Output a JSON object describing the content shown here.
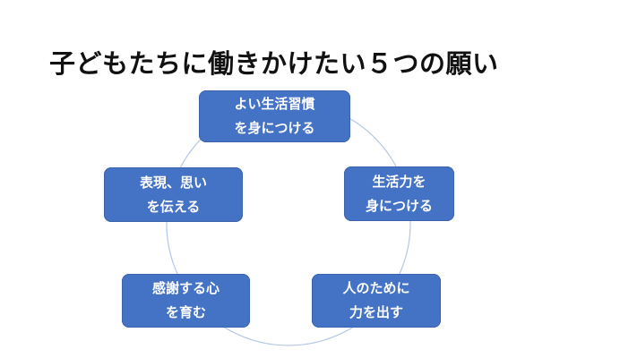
{
  "slide": {
    "title": "子どもたちに働きかけたい５つの願い",
    "colors": {
      "node_fill": "#4472c4",
      "node_text": "#ffffff",
      "ring": "#b4c7e7"
    }
  },
  "cycle": {
    "nodes": [
      {
        "line1": "よい生活習慣",
        "line2": "を身につける"
      },
      {
        "line1": "生活力を",
        "line2": "身につける"
      },
      {
        "line1": "人のために",
        "line2": "力を出す"
      },
      {
        "line1": "感謝する心",
        "line2": "を育む"
      },
      {
        "line1": "表現、思い",
        "line2": "を伝える"
      }
    ]
  }
}
